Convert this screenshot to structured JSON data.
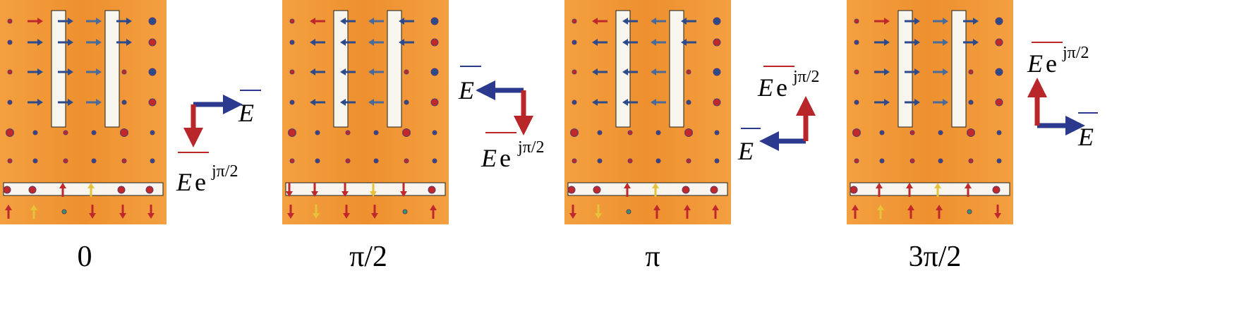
{
  "phase_labels": [
    "0",
    "π/2",
    "π",
    "3π/2"
  ],
  "vector_symbol": "E",
  "exponent_base": "e",
  "exponent": "jπ/2",
  "colors": {
    "background_field": "#f0953a",
    "slot": "#f8f4ee",
    "real_arrow": "#2b3a8e",
    "imag_arrow": "#b8262a",
    "field_red": "#c0282c",
    "field_blue": "#2c4a8c",
    "field_green": "#2f9a6a",
    "field_yellow": "#e8c23a"
  },
  "panels": [
    {
      "phase_index": 0,
      "slot_arrows": "right",
      "side_arrows": "right",
      "bottom_row": [
        "dot",
        "dot",
        "up",
        "up",
        "dot",
        "dot"
      ],
      "below_row": [
        "up",
        "up",
        "dot",
        "down",
        "down",
        "down"
      ]
    },
    {
      "phase_index": 1,
      "slot_arrows": "left",
      "side_arrows": "left",
      "bottom_row": [
        "down",
        "down",
        "down",
        "down",
        "down",
        "dot"
      ],
      "below_row": [
        "down",
        "down",
        "down",
        "down",
        "dot",
        "up"
      ]
    },
    {
      "phase_index": 2,
      "slot_arrows": "left",
      "side_arrows": "left",
      "bottom_row": [
        "dot",
        "dot",
        "up",
        "up",
        "dot",
        "dot"
      ],
      "below_row": [
        "down",
        "down",
        "dot",
        "up",
        "up",
        "up"
      ]
    },
    {
      "phase_index": 3,
      "slot_arrows": "right",
      "side_arrows": "right",
      "bottom_row": [
        "dot",
        "up",
        "up",
        "up",
        "up",
        "dot"
      ],
      "below_row": [
        "up",
        "up",
        "up",
        "up",
        "dot",
        "down"
      ]
    }
  ]
}
